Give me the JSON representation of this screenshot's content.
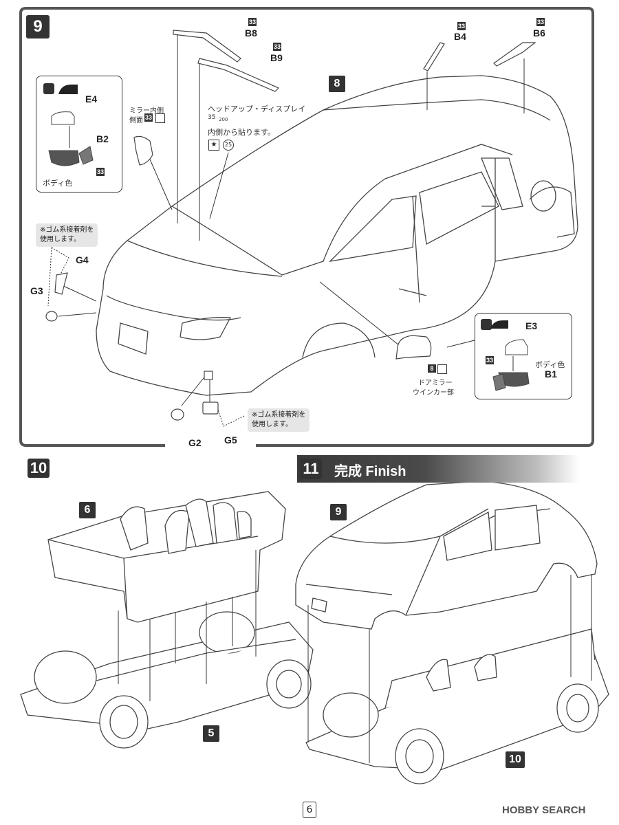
{
  "steps": {
    "s9": "9",
    "s10": "10",
    "s11": "11",
    "finish_label": "完成 Finish"
  },
  "subassemblies": {
    "a8": "8",
    "a6": "6",
    "a5": "5",
    "a9": "9",
    "a10": "10"
  },
  "parts": {
    "B8": "B8",
    "B9": "B9",
    "B4": "B4",
    "B6": "B6",
    "E4": "E4",
    "B2": "B2",
    "G4": "G4",
    "G3": "G3",
    "G2": "G2",
    "G5": "G5",
    "E3": "E3",
    "B1": "B1"
  },
  "paint_codes": {
    "c33": "33",
    "c8": "8",
    "c25": "25"
  },
  "texts": {
    "body_color": "ボディ色",
    "mirror_inner": "ミラー内側",
    "mirror_side": "側面",
    "hud_line1": "ヘッドアップ・ディスプレイ",
    "hud_line2": "内側から貼ります。",
    "rubber_glue_1": "※ゴム系接着剤を",
    "rubber_glue_2": "使用します。",
    "door_mirror": "ドアミラー",
    "turn_signal": "ウインカー部",
    "decal_num": "35",
    "decal_sub": "200"
  },
  "footer": {
    "page": "6",
    "watermark": "HOBBY SEARCH"
  },
  "colors": {
    "dark": "#333333",
    "frame": "#555555",
    "note_bg": "#e6e6e6"
  }
}
